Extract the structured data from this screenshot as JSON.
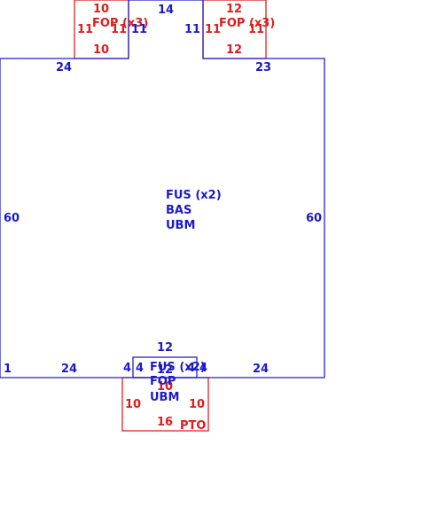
{
  "main_part": {
    "name_lines": [
      "FUS (x2)",
      "BAS",
      "UBM"
    ],
    "top_edge": "14",
    "left_edge": "60",
    "right_edge": "60",
    "top_left_shoulder": "24",
    "top_right_shoulder": "23",
    "notch_left": "11",
    "notch_right": "11",
    "bottom_left_corner": "1",
    "bottom_left_segment": "24",
    "bottom_right_segment": "24"
  },
  "top_left_part": {
    "name": "FOP (x3)",
    "top": "10",
    "bottom": "10",
    "left": "11",
    "right": "11"
  },
  "top_right_part": {
    "name": "FOP (x3)",
    "top": "12",
    "bottom": "12",
    "left": "11",
    "right": "11"
  },
  "bottom_tab": {
    "name": "FUS (x2)",
    "top": "12",
    "left_outer": "4",
    "left_inner": "4",
    "right_inner": "4",
    "right_outer": "4",
    "bottom": "12"
  },
  "bottom_part": {
    "name_lines": [
      "FOP",
      "UBM"
    ],
    "label": "PTO",
    "top": "10",
    "left": "10",
    "right": "10",
    "bottom": "16"
  }
}
